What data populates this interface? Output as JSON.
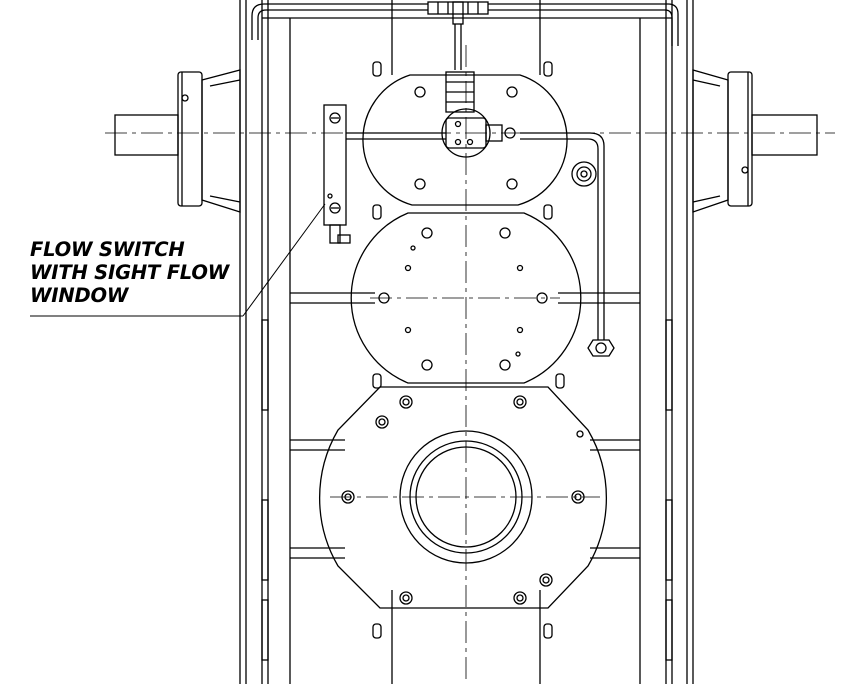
{
  "annotation": {
    "lines": [
      "FLOW SWITCH",
      "WITH SIGHT FLOW",
      "WINDOW"
    ]
  },
  "colors": {
    "line": "#000000",
    "background": "#ffffff"
  }
}
